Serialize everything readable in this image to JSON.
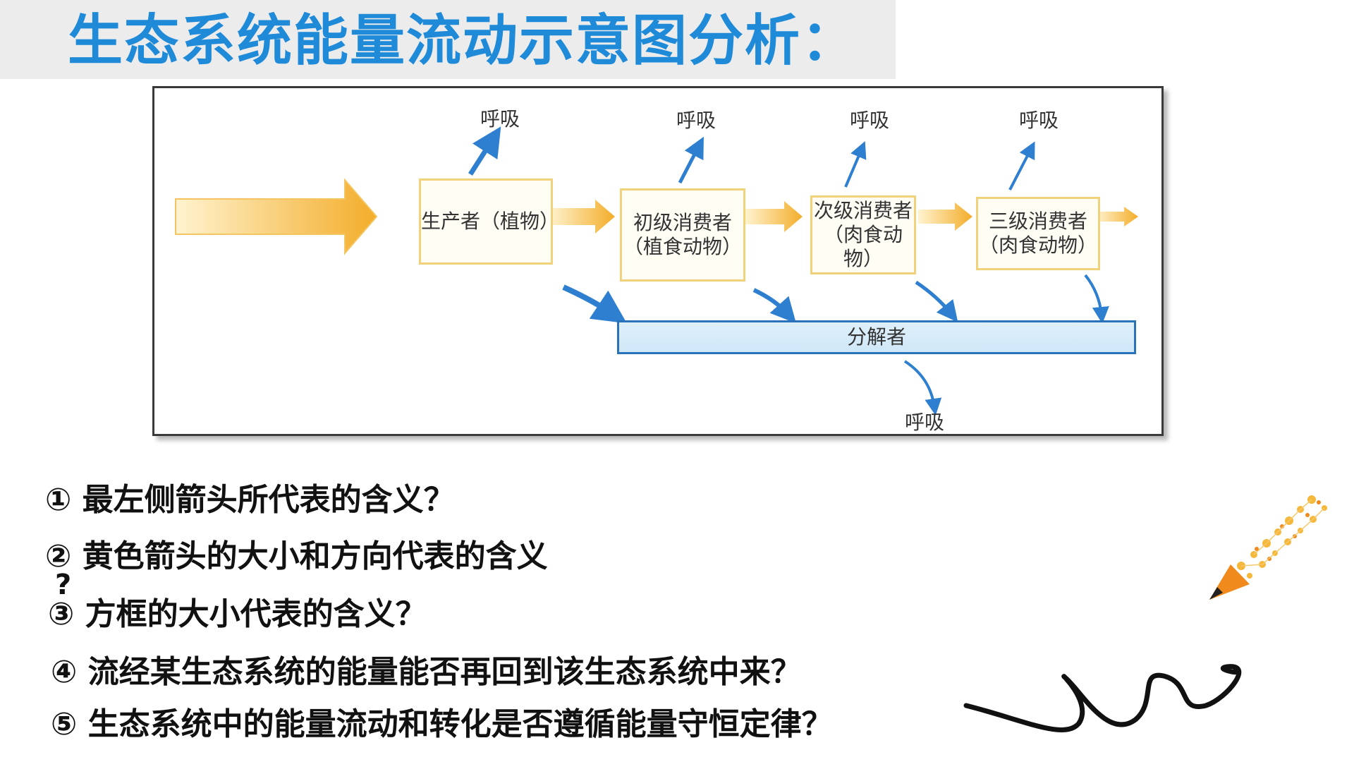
{
  "title": "生态系统能量流动示意图分析：",
  "diagram": {
    "nodes": {
      "producer": "生产者（植物）",
      "primary": "初级消费者（植食动物）",
      "secondary": "次级消费者（肉食动物）",
      "tertiary": "三级消费者（肉食动物）"
    },
    "decomposer": "分解者",
    "respiration": "呼吸",
    "colors": {
      "yellow_arrow": "#f5b83a",
      "blue_arrow": "#2e7fd0",
      "box_border": "#f1d27a",
      "decomposer_border": "#2b73b8"
    }
  },
  "questions": [
    "① 最左侧箭头所代表的含义？",
    "② 黄色箭头的大小和方向代表的含义",
    "③ 方框的大小代表的含义？",
    "④ 流经某生态系统的能量能否再回到该生态系统中来？",
    "⑤ 生态系统中的能量流动和转化是否遵循能量守恒定律？"
  ],
  "question_overflow": "?",
  "title_color": "#1f8ad8",
  "decor": {
    "icon": "pencil-icon"
  }
}
